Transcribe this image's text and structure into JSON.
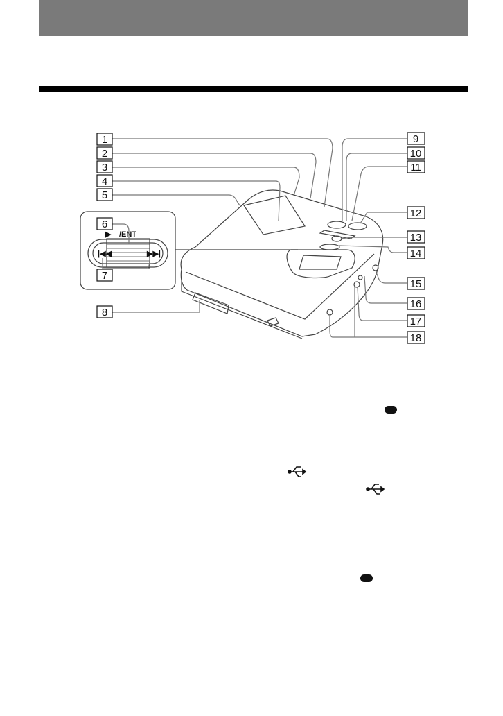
{
  "callouts": {
    "c1": "1",
    "c2": "2",
    "c3": "3",
    "c4": "4",
    "c5": "5",
    "c6": "6",
    "c7": "7",
    "c8": "8",
    "c9": "9",
    "c10": "10",
    "c11": "11",
    "c12": "12",
    "c13": "13",
    "c14": "14",
    "c15": "15",
    "c16": "16",
    "c17": "17",
    "c18": "18"
  },
  "inset": {
    "play_label": "/ENT"
  },
  "icons": [
    "hi-md-disc-icon",
    "usb-icon",
    "usb-icon",
    "hi-md-disc-icon"
  ],
  "colors": {
    "header_band": "#7a7a7a",
    "rule": "#000000",
    "line_art": "#555555"
  }
}
